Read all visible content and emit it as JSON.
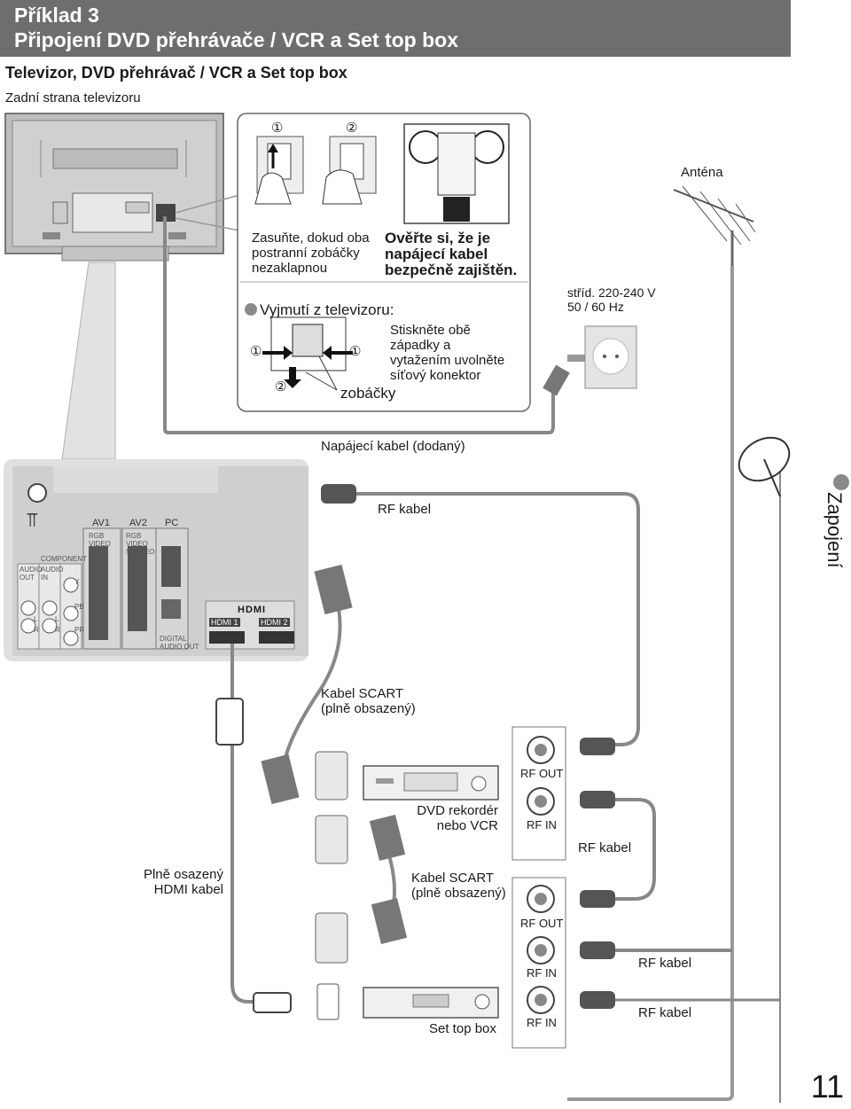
{
  "header": {
    "title_line1": "Příklad 3",
    "title_line2": "Připojení DVD přehrávače / VCR a Set top box"
  },
  "subtitle": "Televizor, DVD přehrávač / VCR a Set top box",
  "tv_back_label": "Zadní strana televizoru",
  "steps": {
    "num1": "①",
    "num2": "②",
    "insert_text": [
      "Zasuňte, dokud oba",
      "postranní zobáčky",
      "nezaklapnou"
    ],
    "check_text": [
      "Ověřte si, že je",
      "napájecí kabel",
      "bezpečně zajištěn."
    ],
    "remove_title": "Vyjmutí z televizoru:",
    "remove_text": [
      "Stiskněte obě",
      "západky a",
      "vytažením uvolněte",
      "síťový konektor"
    ],
    "hooks_label": "zobáčky"
  },
  "antenna_label": "Anténa",
  "mains": {
    "line1": "stříd. 220-240 V",
    "line2": "50 / 60 Hz"
  },
  "power_cable_label": "Napájecí kabel (dodaný)",
  "panel": {
    "antenna_symbol": "⫪",
    "av1": "AV1",
    "av2": "AV2",
    "pc": "PC",
    "rgb_video": "RGB\nVIDEO",
    "rgb_video_s": "RGB\nVIDEO\nS VIDEO",
    "component": "COMPONENT",
    "audio_out": "AUDIO\nOUT",
    "audio_in": "AUDIO\nIN",
    "y": "Y",
    "pb": "PB",
    "pr": "PR",
    "l": "L",
    "r": "R",
    "hdmi_logo": "HDMI",
    "hdmi1": "HDMI 1",
    "hdmi2": "HDMI 2",
    "digital_audio_out": [
      "DIGITAL",
      "AUDIO OUT"
    ]
  },
  "rf_cable_label": "RF kabel",
  "side_tab": "Zapojení",
  "scart_cable_1": [
    "Kabel SCART",
    "(plně obsazený)"
  ],
  "rf_out": "RF OUT",
  "rf_in": "RF IN",
  "dvd_label": [
    "DVD rekordér",
    "nebo VCR"
  ],
  "rf_cable_label_2": "RF kabel",
  "hdmi_cable_label": [
    "Plně osazený",
    "HDMI kabel"
  ],
  "scart_cable_2": [
    "Kabel SCART",
    "(plně obsazený)"
  ],
  "rf_out_2": "RF OUT",
  "rf_in_2": "RF IN",
  "rf_cable_label_3": "RF kabel",
  "rf_in_3": "RF IN",
  "rf_cable_label_4": "RF kabel",
  "stb_label": "Set top box",
  "page_number": "11"
}
